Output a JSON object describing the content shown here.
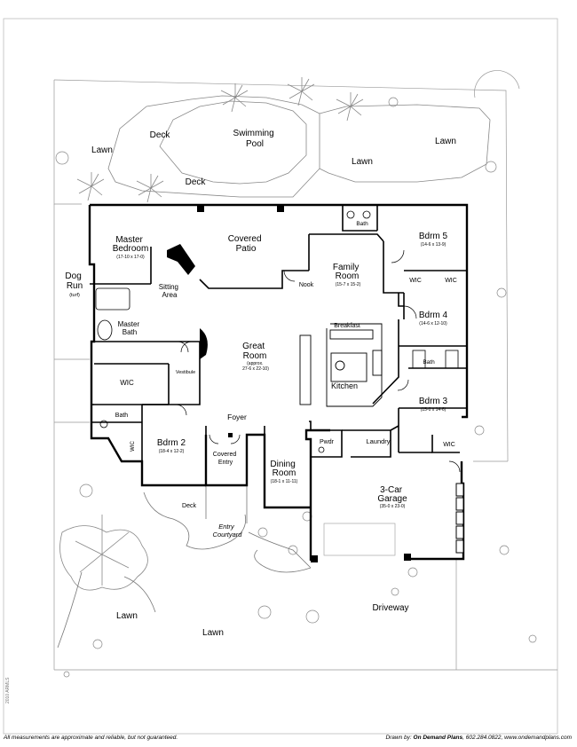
{
  "site": {
    "lawn_top_left": "Lawn",
    "lawn_top_right": "Lawn",
    "lawn_mid": "Lawn",
    "deck_top": "Deck",
    "deck_low": "Deck",
    "pool": "Swimming\nPool",
    "dog_run": "Dog\nRun",
    "dog_run_sub": "(turf)",
    "deck_front": "Deck",
    "entry_courtyard": "Entry\nCourtyard",
    "lawn_front_left": "Lawn",
    "lawn_front_mid": "Lawn",
    "driveway": "Driveway"
  },
  "rooms": {
    "covered_patio": "Covered\nPatio",
    "master_bedroom": "Master\nBedroom",
    "master_bedroom_dim": "(17-10 x 17-0)",
    "sitting_area": "Sitting\nArea",
    "master_bath": "Master\nBath",
    "wic_master": "WIC",
    "vestibule": "Vestibule",
    "great_room": "Great\nRoom",
    "great_room_dim": "(approx.\n27-6 x 22-10)",
    "family_room": "Family\nRoom",
    "family_room_dim": "(15-7 x 15-2)",
    "nook": "Nook",
    "breakfast": "Breakfast",
    "kitchen": "Kitchen",
    "bath_top": "Bath",
    "bdrm5": "Bdrm 5",
    "bdrm5_dim": "(14-6 x 13-9)",
    "wic_b5a": "WIC",
    "wic_b5b": "WIC",
    "bdrm4": "Bdrm 4",
    "bdrm4_dim": "(14-6 x 12-10)",
    "bath_mid": "Bath",
    "bdrm3": "Bdrm 3",
    "bdrm3_dim": "(15-0 x 14-6)",
    "wic_b3": "WIC",
    "bath_left": "Bath",
    "wic_b2": "WIC",
    "bdrm2": "Bdrm 2",
    "bdrm2_dim": "(18-4 x 12-2)",
    "foyer": "Foyer",
    "covered_entry": "Covered\nEntry",
    "dining_room": "Dining\nRoom",
    "dining_room_dim": "(18-1 x 11-11)",
    "pwdr": "Pwdr",
    "laundry": "Laundry",
    "garage": "3-Car\nGarage",
    "garage_dim": "(35-0 x 23-0)"
  },
  "footer": {
    "disclaimer": "All measurements are approximate and reliable, but not guaranteed.",
    "drawn_by_prefix": "Drawn by:",
    "drawn_by_name": "On Demand Plans",
    "drawn_by_contact": ", 602.284.0822, www.ondemandplans.com",
    "stamp": "2010 ARMLS"
  }
}
